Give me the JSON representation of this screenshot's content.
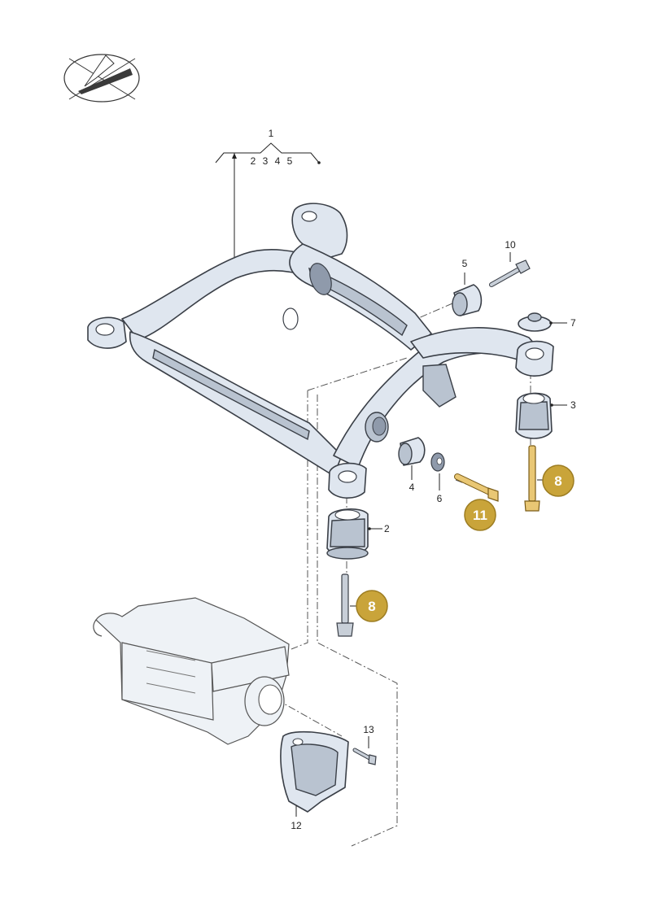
{
  "callouts": {
    "assembly": "1",
    "assembly_sub": [
      "2",
      "3",
      "4",
      "5"
    ],
    "p2": "2",
    "p3": "3",
    "p4": "4",
    "p5": "5",
    "p6": "6",
    "p7": "7",
    "p10": "10",
    "p12": "12",
    "p13": "13"
  },
  "badges": {
    "bolt_left": "8",
    "bolt_right": "8",
    "bolt_middle": "11"
  },
  "colors": {
    "badge_fill": "#c9a43a",
    "badge_stroke": "#9d7d22",
    "highlight_bolt": "#e9c774",
    "part_fill": "#dfe6ef",
    "outline": "#3a3f47"
  },
  "icons": {
    "logo": "direction-of-travel-icon"
  }
}
